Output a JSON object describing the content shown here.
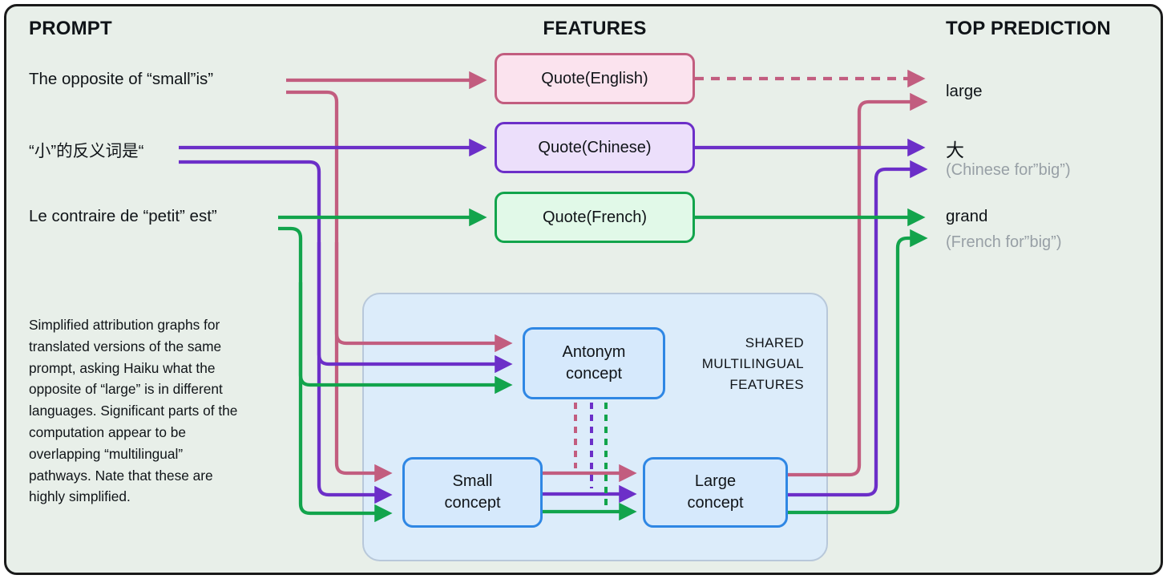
{
  "columns": {
    "prompt": "PROMPT",
    "features": "FEATURES",
    "top_prediction": "TOP PREDICTION"
  },
  "prompts": [
    {
      "text": "The opposite of “small”is”"
    },
    {
      "text": "“小”的反义词是“"
    },
    {
      "text": "Le contraire de “petit” est”"
    }
  ],
  "features": [
    {
      "label": "Quote(English)"
    },
    {
      "label": "Quote(Chinese)"
    },
    {
      "label": "Quote(French)"
    }
  ],
  "predictions": [
    {
      "word": "large",
      "note": ""
    },
    {
      "word": "大",
      "note": "(Chinese for”big”)"
    },
    {
      "word": "grand",
      "note": "(French for”big”)"
    }
  ],
  "shared_box": {
    "label_line1": "SHARED",
    "label_line2": "MULTILINGUAL",
    "label_line3": "FEATURES",
    "concepts": [
      {
        "line1": "Antonym",
        "line2": "concept"
      },
      {
        "line1": "Small",
        "line2": "concept"
      },
      {
        "line1": "Large",
        "line2": "concept"
      }
    ]
  },
  "caption_lines": [
    "Simplified attribution graphs for",
    "translated versions of the same",
    "prompt, asking Haiku what the",
    "opposite of “large” is in different",
    "languages. Significant parts of the",
    "computation appear to be",
    "overlapping “multilingual”",
    "pathways. Nate that these are",
    "highly simplified."
  ],
  "colors": {
    "rose": "#c25d7f",
    "purple": "#6c2fc8",
    "green": "#12a44c",
    "rose_fill": "#fbe3ee",
    "purple_fill": "#ecdffb",
    "green_fill": "#e1f9e8",
    "blue_border": "#2f87e4",
    "blue_fill": "#d6e9fc",
    "container_fill": "#dcecfa",
    "container_border": "#b8c8da",
    "background": "#e8efe9",
    "frame_border": "#1a1a1a",
    "text": "#101418",
    "gray_note": "#98a0a6"
  }
}
